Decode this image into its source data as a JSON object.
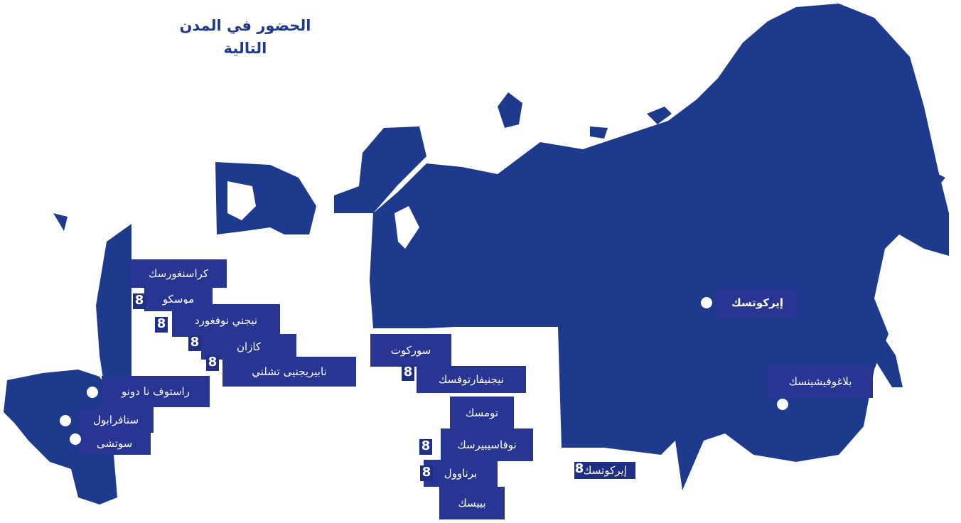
{
  "colors": {
    "land": "#1e3a8c",
    "label": "#283593",
    "title": "#1f3a8a"
  },
  "title": {
    "line1": "الحضور في المدن",
    "line2": "التالية"
  },
  "cities": [
    {
      "id": "krasnogorsk",
      "label": "كراسنغورسك"
    },
    {
      "id": "moscow",
      "label": "موسكو"
    },
    {
      "id": "nizhny-novgorod",
      "label": "نيجني نوفغورد"
    },
    {
      "id": "kazan",
      "label": "كازان"
    },
    {
      "id": "naberezhnye-chelny",
      "label": "نابيريجنيى تشلني"
    },
    {
      "id": "rostov",
      "label": "راستوف نا دونو"
    },
    {
      "id": "stavropol",
      "label": "ستافرابول"
    },
    {
      "id": "sochi",
      "label": "سوتشى"
    },
    {
      "id": "surgut",
      "label": "سوركوت"
    },
    {
      "id": "nizhnevartovsk",
      "label": "نيجنيفارتوفسك"
    },
    {
      "id": "tomsk",
      "label": "تومسك"
    },
    {
      "id": "novosibirsk",
      "label": "نوفاسيبيرسك"
    },
    {
      "id": "barnaul",
      "label": "برناوول"
    },
    {
      "id": "biysk",
      "label": "بييسك"
    },
    {
      "id": "irkutsk-south",
      "label": "إيركوتسك"
    },
    {
      "id": "irkutsk",
      "label": "إيركوتسك"
    },
    {
      "id": "blagoveshchensk",
      "label": "بلاغوفيشينسك"
    }
  ],
  "badges": {
    "count_mark": "8"
  }
}
